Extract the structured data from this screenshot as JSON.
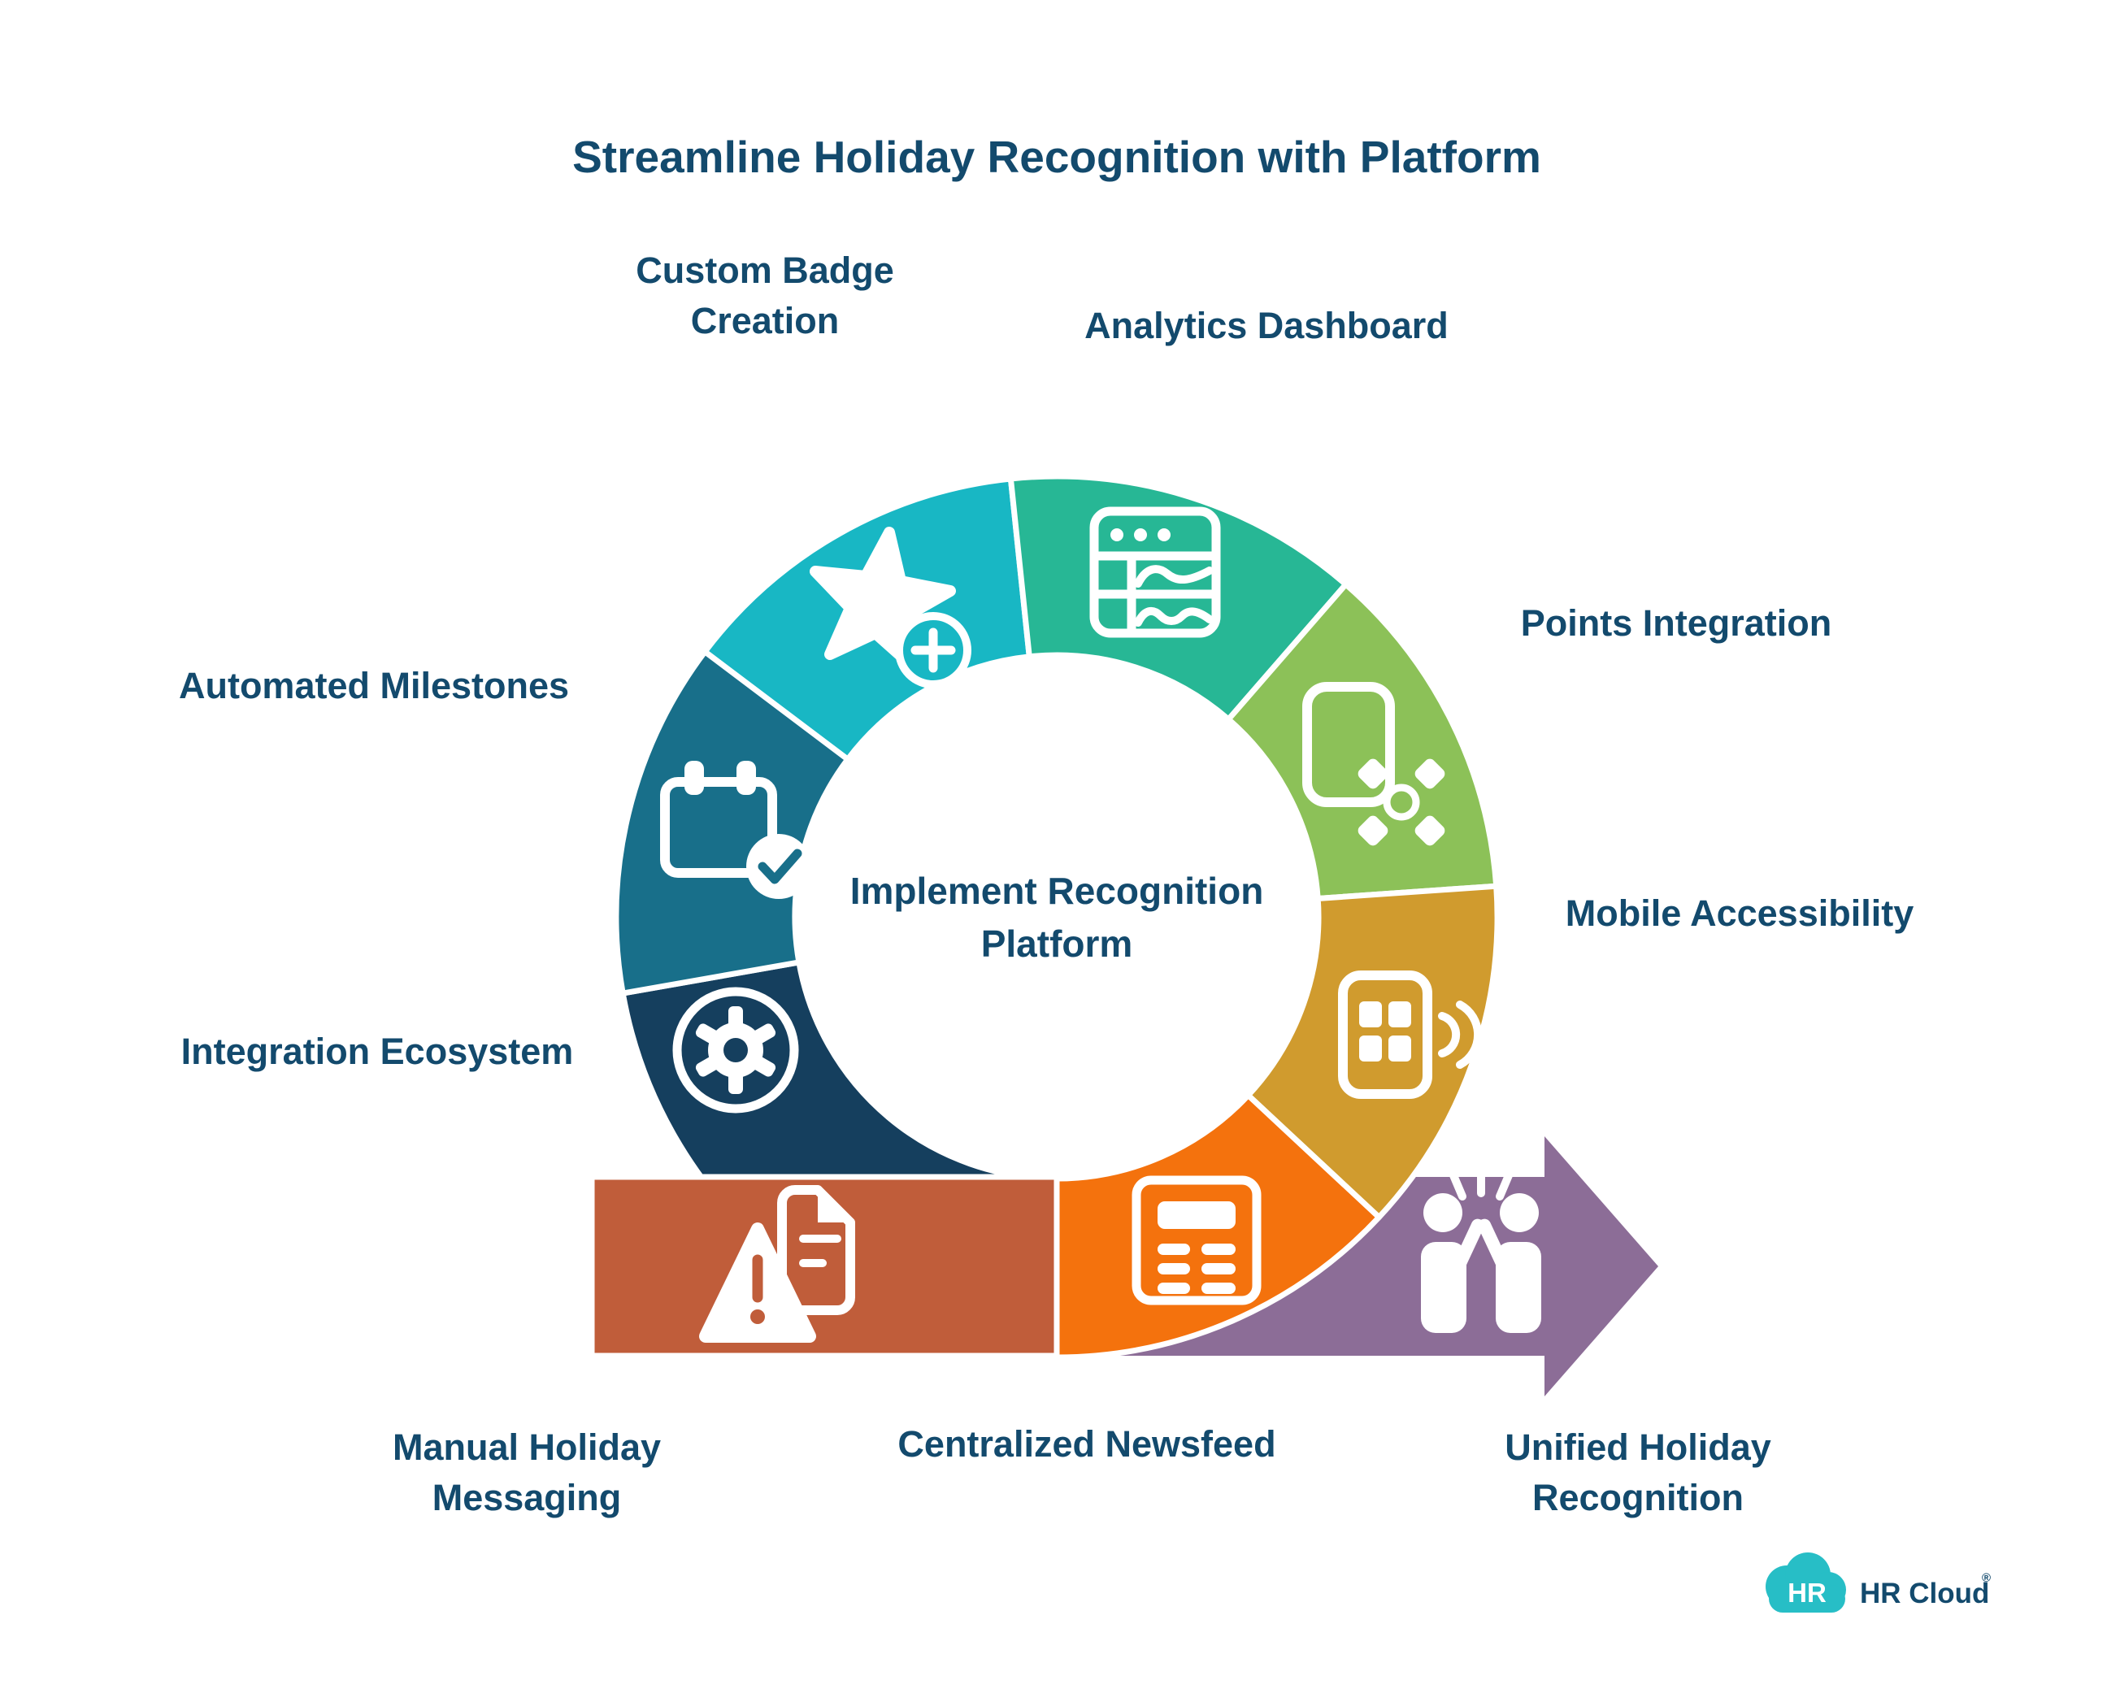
{
  "title": "Streamline Holiday Recognition with Platform",
  "center_label": {
    "line1": "Implement Recognition",
    "line2": "Platform"
  },
  "segments": [
    {
      "id": "custom-badge-creation",
      "label_line1": "Custom Badge",
      "label_line2": "Creation",
      "color": "#18b7c4",
      "icon": "star-plus-icon"
    },
    {
      "id": "analytics-dashboard",
      "label_line1": "Analytics Dashboard",
      "label_line2": "",
      "color": "#27b795",
      "icon": "dashboard-icon"
    },
    {
      "id": "points-integration",
      "label_line1": "Points Integration",
      "label_line2": "",
      "color": "#8cc158",
      "icon": "phone-pinwheel-icon"
    },
    {
      "id": "mobile-accessibility",
      "label_line1": "Mobile Accessibility",
      "label_line2": "",
      "color": "#d09b2e",
      "icon": "phone-sound-waves-icon"
    },
    {
      "id": "centralized-newsfeed",
      "label_line1": "Centralized Newsfeed",
      "label_line2": "",
      "color": "#f4720d",
      "icon": "newspaper-icon"
    },
    {
      "id": "unified-holiday-recognition",
      "label_line1": "Unified Holiday",
      "label_line2": "Recognition",
      "color": "#8c6d97",
      "icon": "high-five-icon"
    },
    {
      "id": "manual-holiday-messaging",
      "label_line1": "Manual Holiday",
      "label_line2": "Messaging",
      "color": "#c05d3a",
      "icon": "document-warning-icon"
    },
    {
      "id": "integration-ecosystem",
      "label_line1": "Integration Ecosystem",
      "label_line2": "",
      "color": "#153f5e",
      "icon": "gear-icon"
    },
    {
      "id": "automated-milestones",
      "label_line1": "Automated Milestones",
      "label_line2": "",
      "color": "#186f8a",
      "icon": "calendar-check-icon"
    }
  ],
  "colors": {
    "text": "#134a6d",
    "background": "#ffffff",
    "icon": "#ffffff",
    "logo_teal": "#27bec6"
  },
  "logo": {
    "badge_text": "HR",
    "brand_text": "HR Cloud",
    "registered_mark": "®"
  }
}
